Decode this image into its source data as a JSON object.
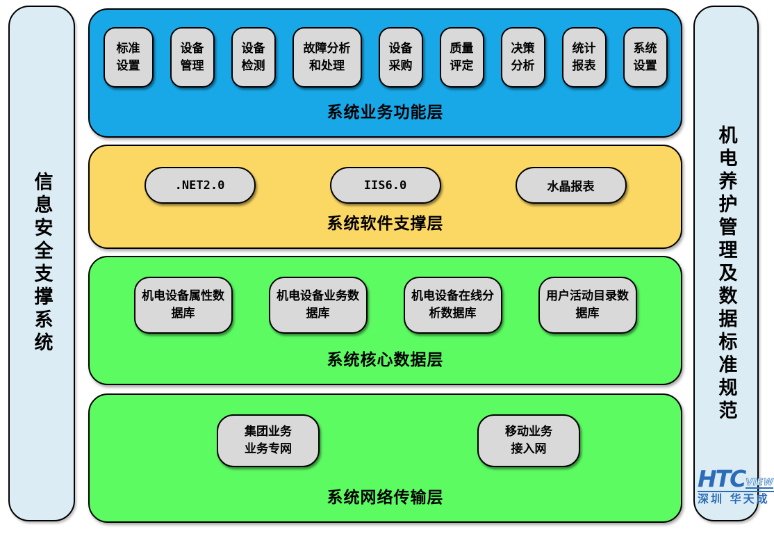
{
  "colors": {
    "business_layer": "#18A8E8",
    "software_layer": "#FBD763",
    "data_layer": "#5CFB62",
    "network_layer": "#5CFB62",
    "side_panel": "#DBECF4",
    "node_box": "#D9D9D9",
    "logo_blue": "#2B6CB8"
  },
  "left_panel": {
    "label": "信息安全支撑系统"
  },
  "right_panel": {
    "label": "机电养护管理及数据标准规范"
  },
  "layers": {
    "business": {
      "title": "系统业务功能层",
      "boxes": [
        "标准\n设置",
        "设备\n管理",
        "设备\n检测",
        "故障分析\n和处理",
        "设备\n采购",
        "质量\n评定",
        "决策\n分析",
        "统计\n报表",
        "系统\n设置"
      ]
    },
    "software": {
      "title": "系统软件支撑层",
      "boxes": [
        ".NET2.0",
        "IIS6.0",
        "水晶报表"
      ]
    },
    "data": {
      "title": "系统核心数据层",
      "boxes": [
        "机电设备属性数\n据库",
        "机电设备业务数\n据库",
        "机电设备在线分\n析数据库",
        "用户活动目录数\n据库"
      ]
    },
    "network": {
      "title": "系统网络传输层",
      "boxes": [
        "集团业务\n业务专网",
        "移动业务\n接入网"
      ]
    }
  },
  "logo": {
    "brand": "HTC",
    "brand_suffix": "VIEW",
    "tagline": "深圳 华天成"
  }
}
